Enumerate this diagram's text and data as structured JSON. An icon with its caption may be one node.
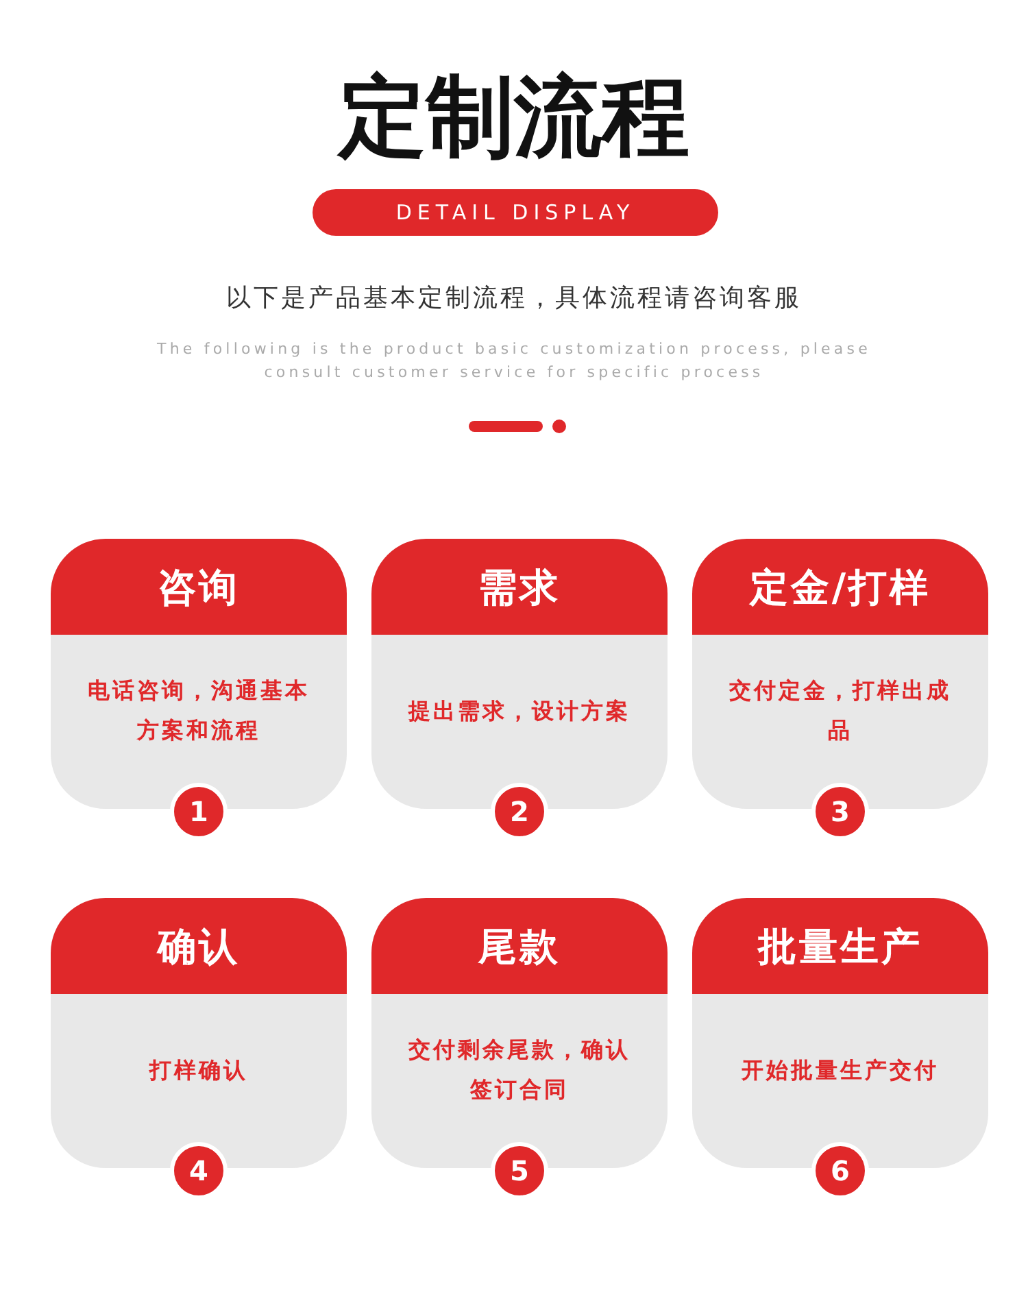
{
  "diagram": {
    "title": "定制流程",
    "nodes": [
      {
        "text": [
          "DETAIL DISPLAY"
        ]
      },
      {
        "text": [
          "咨询",
          "电话咨询，沟通基本方案和流程"
        ]
      },
      {
        "text": [
          "需求",
          "提出需求，设计方案"
        ]
      },
      {
        "text": [
          "定金/打样",
          "交付定金，打样出成品"
        ]
      },
      {
        "text": [
          "确认",
          "打样确认"
        ]
      },
      {
        "text": [
          "尾款",
          "交付剩余尾款，确认签订合同"
        ]
      },
      {
        "text": [
          "批量生产",
          "开始批量生产交付"
        ]
      },
      {
        "text": [
          "1"
        ]
      },
      {
        "text": [
          "2"
        ]
      },
      {
        "text": [
          "3"
        ]
      },
      {
        "text": [
          "4"
        ]
      },
      {
        "text": [
          "5"
        ]
      },
      {
        "text": [
          "6"
        ]
      }
    ],
    "labels": [
      "以下是产品基本定制流程，具体流程请咨询客服",
      "The following is the product basic customization process, please consult customer service for specific process"
    ]
  }
}
